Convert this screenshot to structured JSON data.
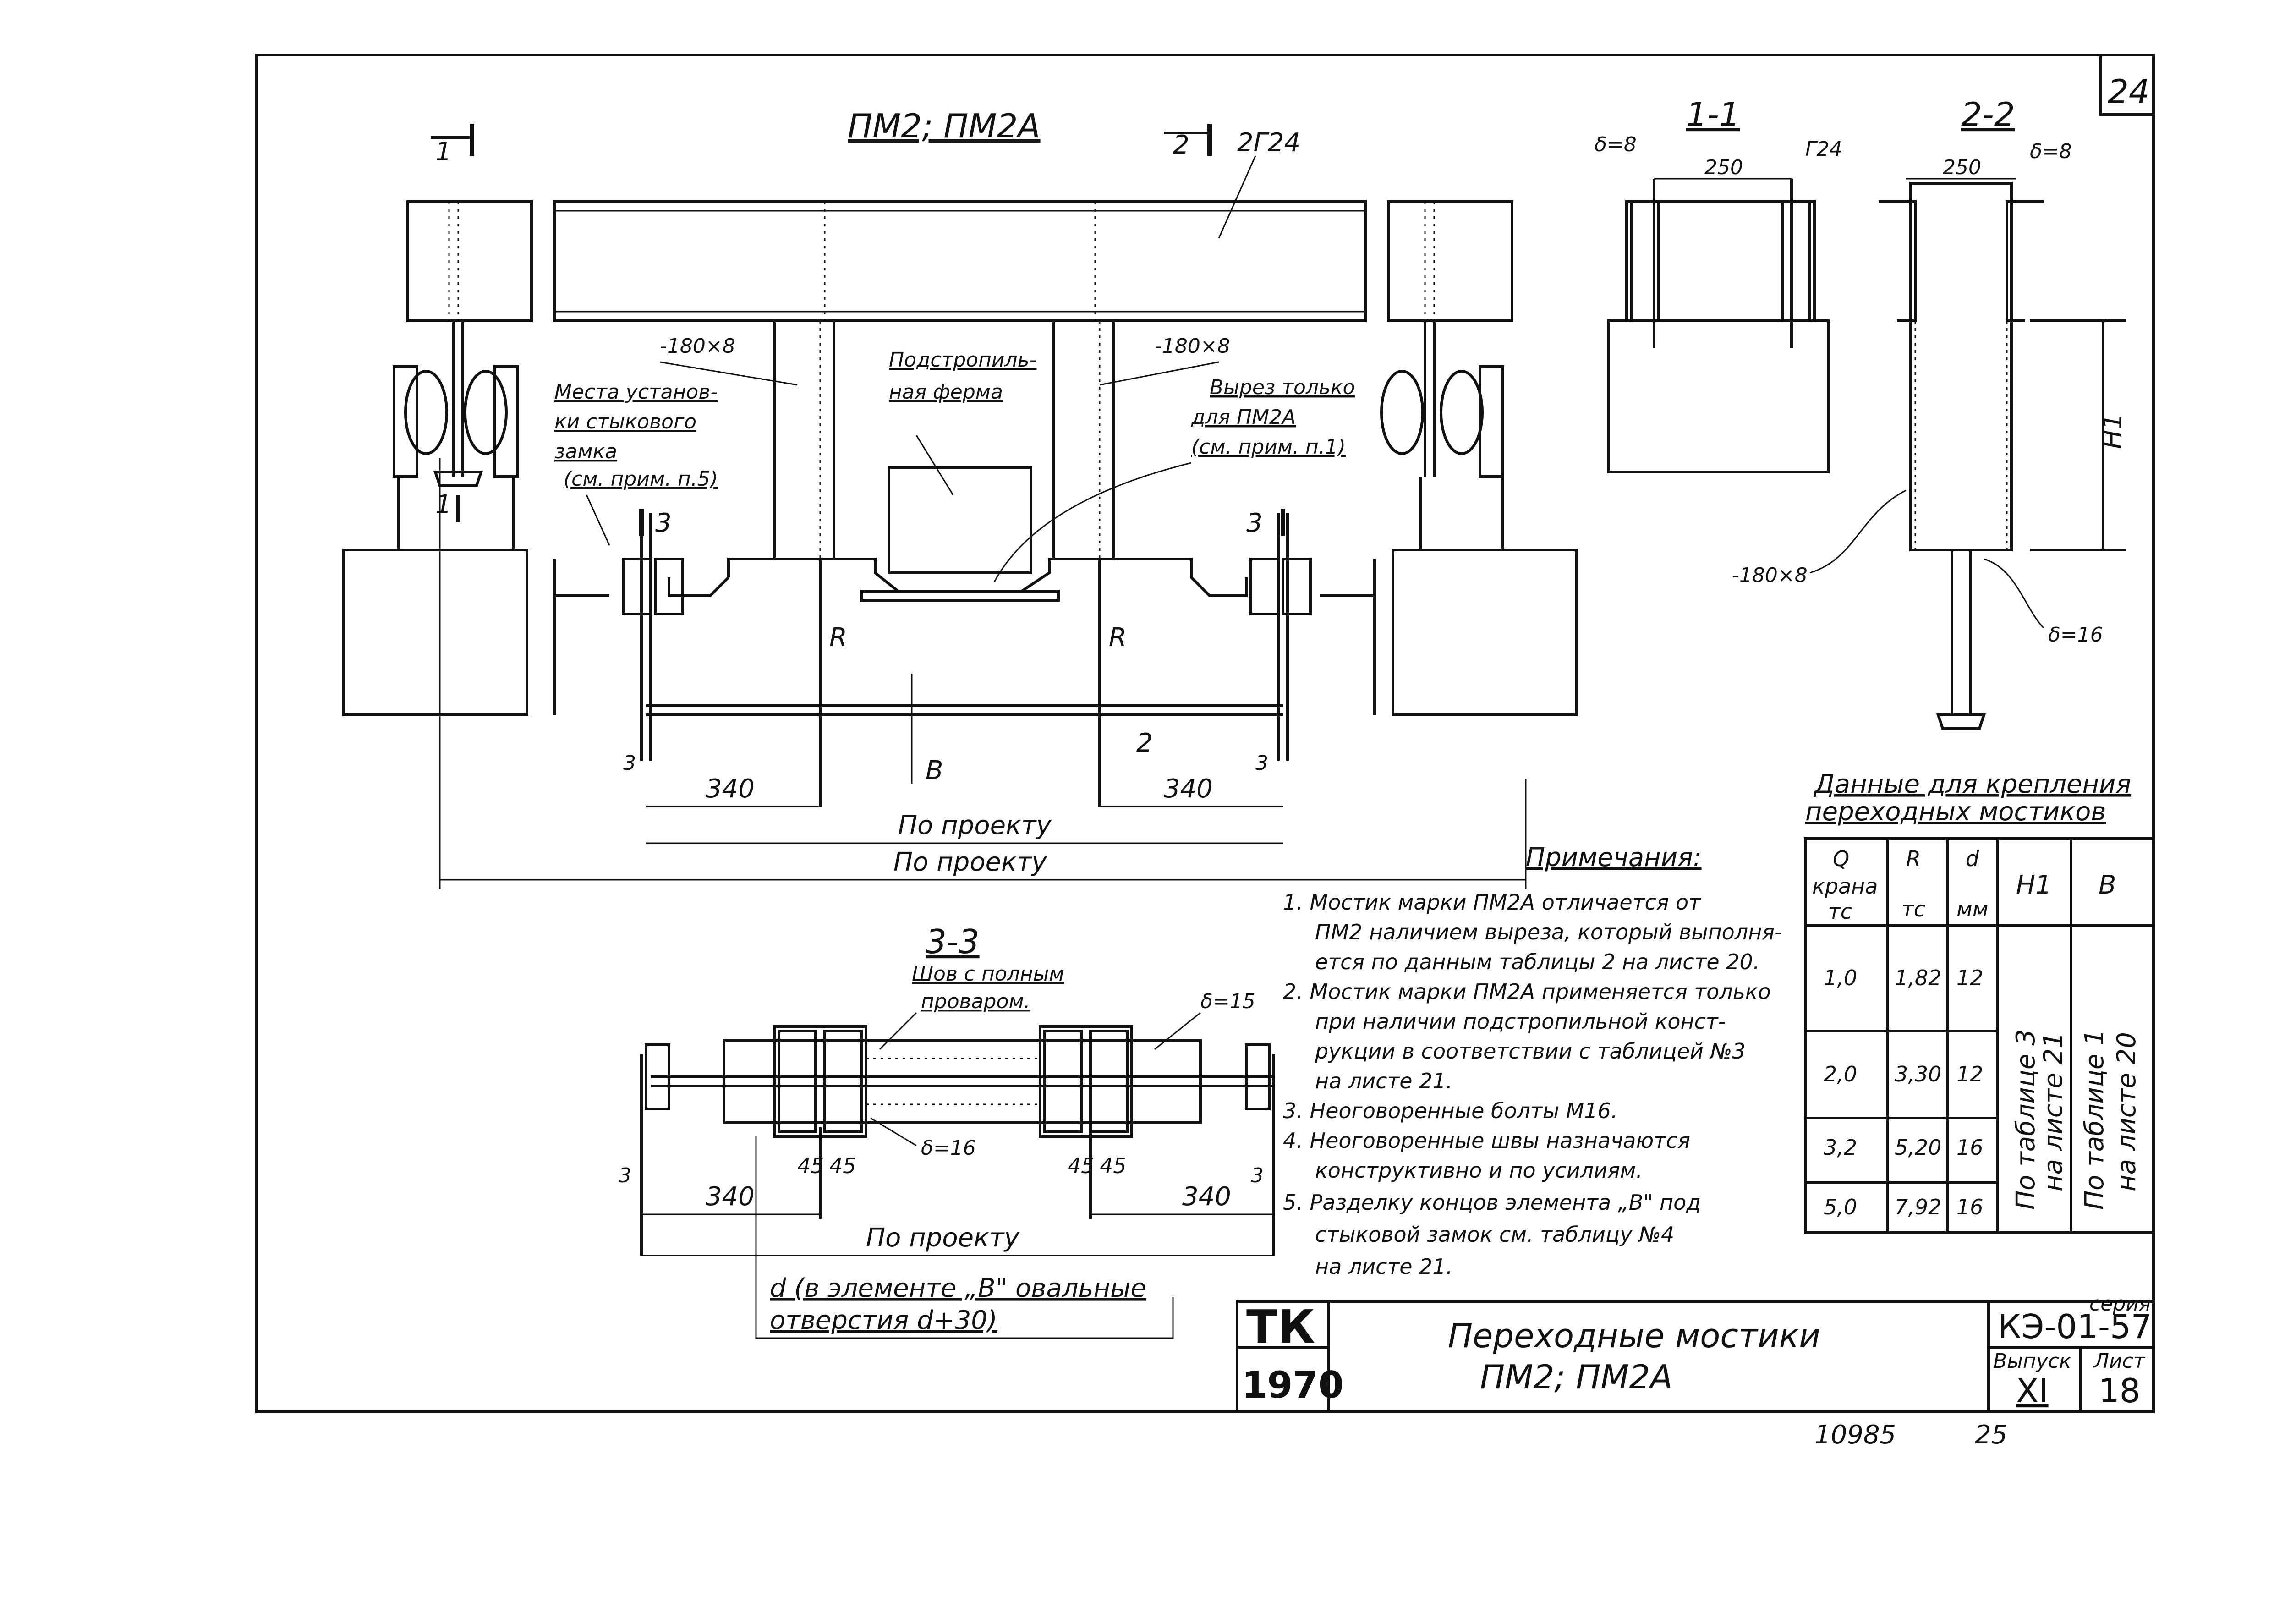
{
  "sheet_number": "24",
  "main_view": {
    "title": "ПМ2; ПМ2А",
    "section_marks": [
      "1",
      "2",
      "3"
    ],
    "callouts": {
      "channel": "2Г24",
      "plate_left": "-180×8",
      "plate_right": "-180×8",
      "truss": [
        "Подстропиль-",
        "ная ферма"
      ],
      "lock_location": [
        "Места установ-",
        "ки стыкового",
        "замка",
        "(см. прим. п.5)"
      ],
      "cutout": [
        "Вырез только",
        "для ПМ2А",
        "(см. прим. п.1)"
      ],
      "reaction": "R",
      "element_b": "В"
    },
    "dimensions": {
      "left_offset": "340",
      "right_offset": "340",
      "project_inner": "По проекту",
      "project_outer": "По проекту"
    }
  },
  "section_1_1": {
    "title": "1-1",
    "thickness": "δ=8",
    "width": "250",
    "channel": "Г24"
  },
  "section_2_2": {
    "title": "2-2",
    "width": "250",
    "thickness": "δ=8",
    "height": "H1",
    "plate": "-180×8",
    "bottom_thickness": "δ=16"
  },
  "section_3_3": {
    "title": "3-3",
    "weld_note": [
      "Шов с полным",
      "проваром."
    ],
    "thickness_top": "δ=15",
    "thickness_bottom": "δ=16",
    "spacings": [
      "45",
      "45",
      "45",
      "45"
    ],
    "left_offset": "340",
    "right_offset": "340",
    "project": "По проекту",
    "hole_note": [
      "d (в элементе „В\" овальные",
      "отверстия d+30)"
    ]
  },
  "notes": {
    "heading": "Примечания:",
    "items": [
      "1. Мостик марки ПМ2А отличается от",
      "ПМ2 наличием выреза, который выполня-",
      "ется по данным таблицы 2 на листе 20.",
      "2. Мостик марки ПМ2А применяется только",
      "при наличии подстропильной конст-",
      "рукции в соответствии с таблицей №3",
      "на листе 21.",
      "3. Неоговоренные болты М16.",
      "4. Неоговоренные швы назначаются",
      "конструктивно и по усилиям.",
      "5. Разделку концов элемента „В\" под",
      "стыковой замок см. таблицу №4",
      "на листе 21."
    ]
  },
  "table": {
    "title_line1": "Данные для крепления",
    "title_line2": "переходных мостиков",
    "headers": {
      "q": [
        "Q",
        "крана",
        "тс"
      ],
      "r": [
        "R",
        "тс"
      ],
      "d": [
        "d",
        "мм"
      ],
      "h1": "H1",
      "b": "В"
    },
    "rows": [
      {
        "q": "1,0",
        "r": "1,82",
        "d": "12"
      },
      {
        "q": "2,0",
        "r": "3,30",
        "d": "12"
      },
      {
        "q": "3,2",
        "r": "5,20",
        "d": "16"
      },
      {
        "q": "5,0",
        "r": "7,92",
        "d": "16"
      }
    ],
    "h1_value": [
      "По таблице 3",
      "на листе 21"
    ],
    "b_value": [
      "По таблице 1",
      "на листе 20"
    ]
  },
  "title_block": {
    "org": "ТК",
    "year": "1970",
    "title_line1": "Переходные мостики",
    "title_line2": "ПМ2; ПМ2А",
    "series_label": "серия",
    "series": "КЭ-01-57",
    "issue_label": "Выпуск",
    "issue": "XI",
    "sheet_label": "Лист",
    "sheet": "18"
  },
  "footer": {
    "left": "10985",
    "right": "25"
  }
}
